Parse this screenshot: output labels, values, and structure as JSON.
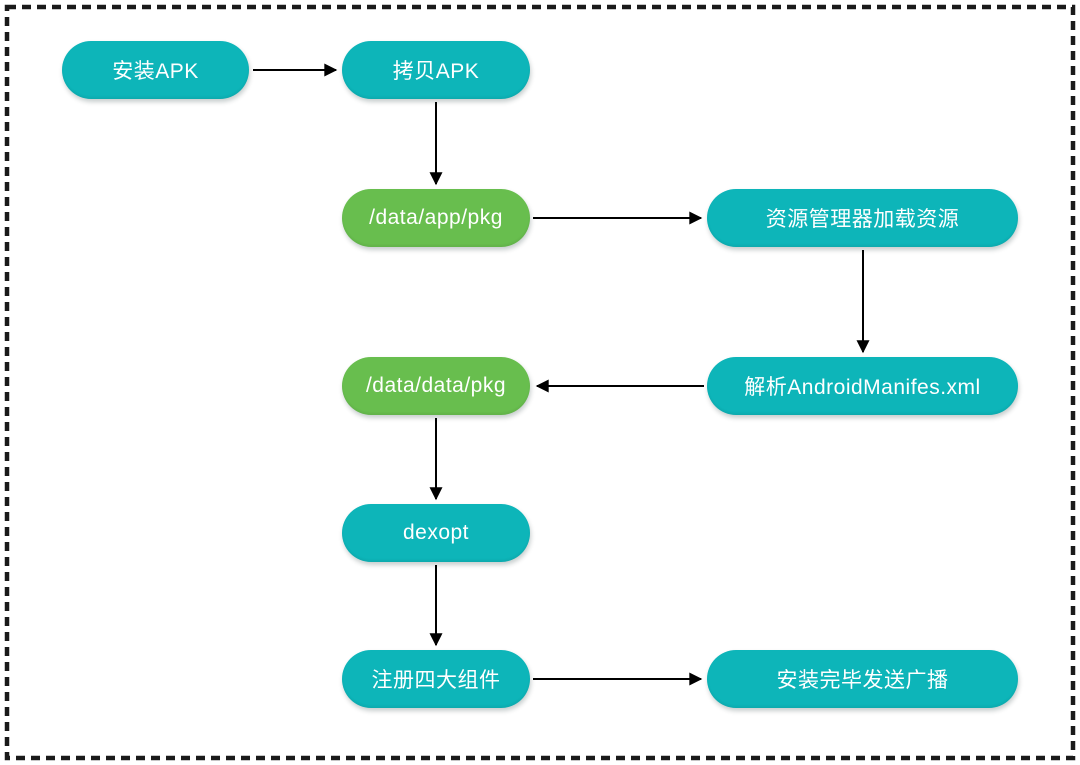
{
  "colors": {
    "teal": "#0db5b9",
    "green": "#68be4e",
    "arrow": "#000000",
    "border": "#1a1a1a",
    "node_text": "#ffffff",
    "background": "#ffffff"
  },
  "diagram": {
    "nodes": [
      {
        "id": "install-apk",
        "label": "安装APK",
        "color": "teal"
      },
      {
        "id": "copy-apk",
        "label": "拷贝APK",
        "color": "teal"
      },
      {
        "id": "data-app-pkg",
        "label": "/data/app/pkg",
        "color": "green"
      },
      {
        "id": "resource-manager",
        "label": "资源管理器加载资源",
        "color": "teal"
      },
      {
        "id": "parse-manifest",
        "label": "解析AndroidManifes.xml",
        "color": "teal"
      },
      {
        "id": "data-data-pkg",
        "label": "/data/data/pkg",
        "color": "green"
      },
      {
        "id": "dexopt",
        "label": "dexopt",
        "color": "teal"
      },
      {
        "id": "register-components",
        "label": "注册四大组件",
        "color": "teal"
      },
      {
        "id": "send-broadcast",
        "label": "安装完毕发送广播",
        "color": "teal"
      }
    ],
    "edges": [
      {
        "from": "install-apk",
        "to": "copy-apk",
        "direction": "right"
      },
      {
        "from": "copy-apk",
        "to": "data-app-pkg",
        "direction": "down"
      },
      {
        "from": "data-app-pkg",
        "to": "resource-manager",
        "direction": "right"
      },
      {
        "from": "resource-manager",
        "to": "parse-manifest",
        "direction": "down"
      },
      {
        "from": "parse-manifest",
        "to": "data-data-pkg",
        "direction": "left"
      },
      {
        "from": "data-data-pkg",
        "to": "dexopt",
        "direction": "down"
      },
      {
        "from": "dexopt",
        "to": "register-components",
        "direction": "down"
      },
      {
        "from": "register-components",
        "to": "send-broadcast",
        "direction": "right"
      }
    ]
  }
}
